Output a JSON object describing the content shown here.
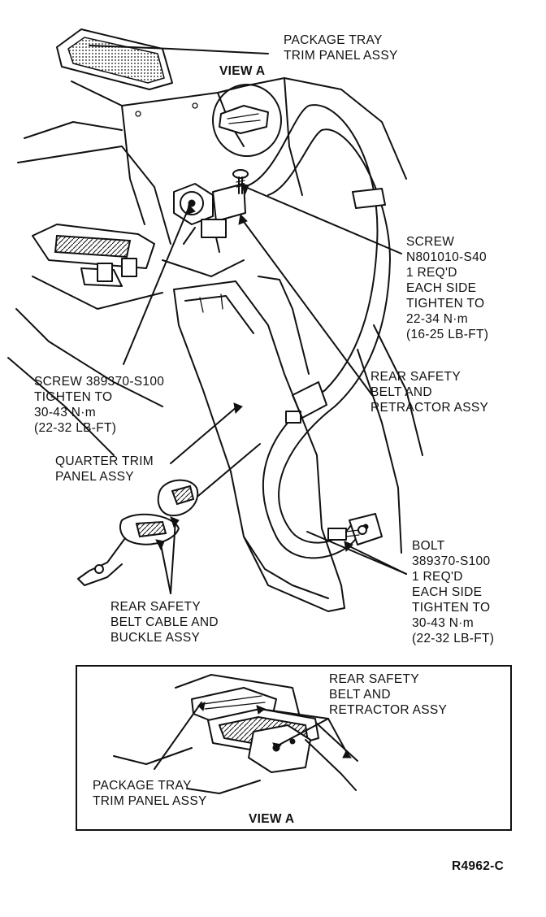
{
  "labels": {
    "package_tray_top": [
      "PACKAGE TRAY",
      "TRIM PANEL ASSY"
    ],
    "view_a_top": "VIEW A",
    "screw_right": [
      "SCREW",
      "N801010-S40",
      "1 REQ'D",
      "EACH SIDE",
      "TIGHTEN TO",
      "22-34 N·m",
      "(16-25 LB-FT)"
    ],
    "rear_belt_retractor": [
      "REAR SAFETY",
      "BELT AND",
      "RETRACTOR ASSY"
    ],
    "screw_left": [
      "SCREW 389370-S100",
      "TIGHTEN TO",
      "30-43 N·m",
      "(22-32 LB-FT)"
    ],
    "quarter_trim": [
      "QUARTER TRIM",
      "PANEL ASSY"
    ],
    "bolt": [
      "BOLT",
      "389370-S100",
      "1 REQ'D",
      "EACH SIDE",
      "TIGHTEN TO",
      "30-43 N·m",
      "(22-32 LB-FT)"
    ],
    "buckle": [
      "REAR SAFETY",
      "BELT CABLE AND",
      "BUCKLE ASSY"
    ],
    "inset_retractor": [
      "REAR SAFETY",
      "BELT AND",
      "RETRACTOR ASSY"
    ],
    "inset_package_tray": [
      "PACKAGE TRAY",
      "TRIM PANEL ASSY"
    ],
    "inset_view_a": "VIEW A",
    "figure_code": "R4962-C"
  }
}
